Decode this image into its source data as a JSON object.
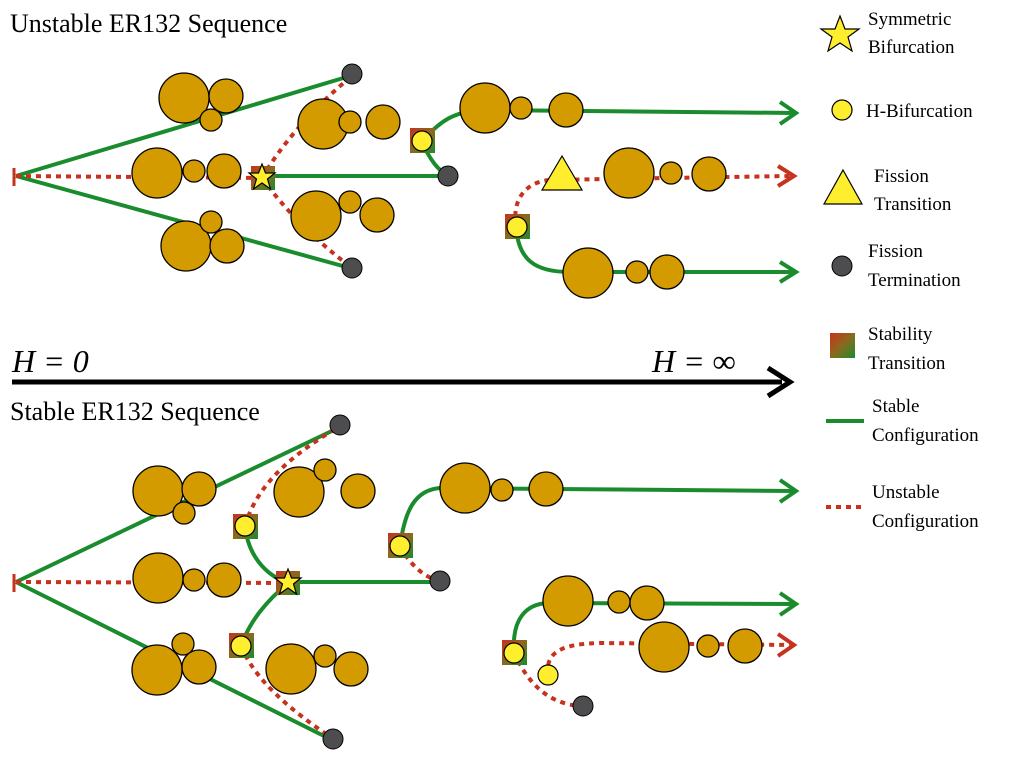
{
  "panels": {
    "top_title": "Unstable ER132 Sequence",
    "bottom_title": "Stable ER132 Sequence"
  },
  "axis": {
    "left_label": "H = 0",
    "right_label": "H = ∞"
  },
  "legend": [
    {
      "id": "symmetric",
      "icon": "star-icon",
      "lines": [
        "Symmetric",
        "Bifurcation"
      ]
    },
    {
      "id": "hbif",
      "icon": "circle-icon",
      "lines": [
        "H-Bifurcation"
      ]
    },
    {
      "id": "fission-trans",
      "icon": "triangle-icon",
      "lines": [
        "Fission",
        "Transition"
      ]
    },
    {
      "id": "fission-term",
      "icon": "dot-icon",
      "lines": [
        "Fission",
        "Termination"
      ]
    },
    {
      "id": "stability",
      "icon": "square-gradient-icon",
      "lines": [
        "Stability",
        "Transition"
      ]
    },
    {
      "id": "stable",
      "icon": "solid-line-icon",
      "lines": [
        "Stable",
        "Configuration"
      ]
    },
    {
      "id": "unstable",
      "icon": "dashed-line-icon",
      "lines": [
        "Unstable",
        "Configuration"
      ]
    }
  ],
  "colors": {
    "stable": "#1a8c2e",
    "unstable": "#c7321e",
    "drop": "#d39b00",
    "marker_fill": "#ffee2e",
    "termination": "#4d4d50"
  }
}
